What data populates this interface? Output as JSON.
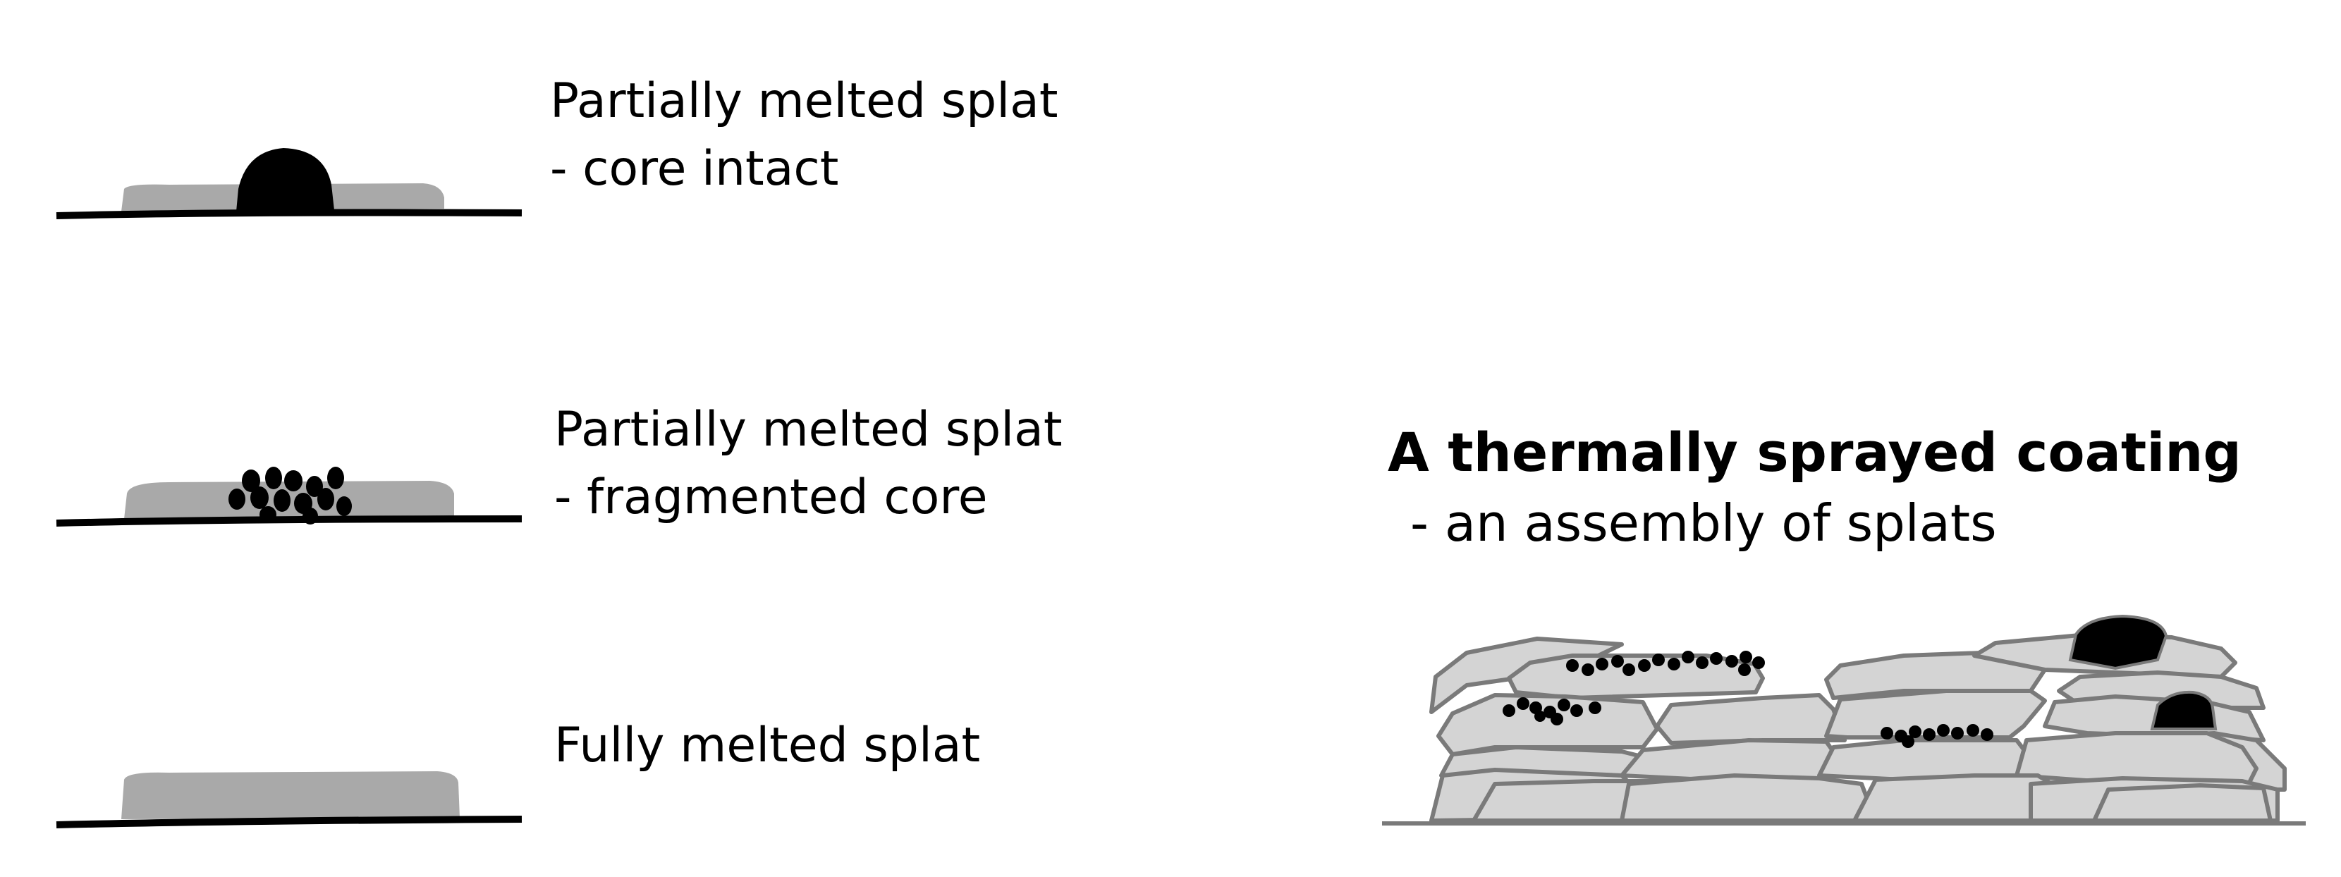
{
  "splats": [
    {
      "line1": "Partially melted splat",
      "line2": "- core intact"
    },
    {
      "line1": "Partially melted splat",
      "line2": "- fragmented core"
    },
    {
      "line1": "Fully melted splat",
      "line2": ""
    }
  ],
  "coating": {
    "title": "A thermally sprayed coating",
    "subtitle": "- an assembly of splats"
  },
  "colors": {
    "splat_fill_light": "#a9a9a9",
    "coating_fill": "#d4d4d4",
    "coating_stroke": "#7a7a7a",
    "core": "#000000",
    "substrate": "#000000",
    "coating_substrate": "#7a7a7a"
  }
}
